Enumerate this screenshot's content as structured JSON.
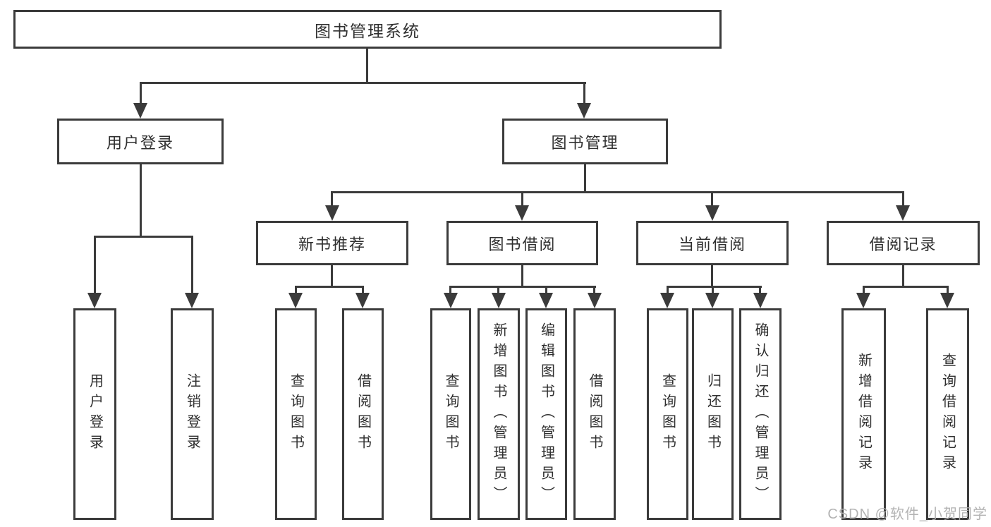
{
  "diagram": {
    "title": "图书管理系统",
    "level1": [
      {
        "label": "用户登录"
      },
      {
        "label": "图书管理"
      }
    ],
    "level2": [
      {
        "label": "新书推荐"
      },
      {
        "label": "图书借阅"
      },
      {
        "label": "当前借阅"
      },
      {
        "label": "借阅记录"
      }
    ],
    "leaves": [
      {
        "label": "用户登录"
      },
      {
        "label": "注销登录"
      },
      {
        "label": "查询图书"
      },
      {
        "label": "借阅图书"
      },
      {
        "label": "查询图书"
      },
      {
        "label": "新增图书（管理员）"
      },
      {
        "label": "编辑图书（管理员）"
      },
      {
        "label": "借阅图书"
      },
      {
        "label": "查询图书"
      },
      {
        "label": "归还图书"
      },
      {
        "label": "确认归还（管理员）"
      },
      {
        "label": "新增借阅记录"
      },
      {
        "label": "查询借阅记录"
      }
    ]
  },
  "watermark": {
    "text": "CSDN @软件_小贺同学"
  },
  "colors": {
    "background": "#ffffff",
    "box_border": "#3b3b3b",
    "line": "#3b3b3b",
    "text": "#2f2f2f",
    "watermark": "#afafaf"
  }
}
